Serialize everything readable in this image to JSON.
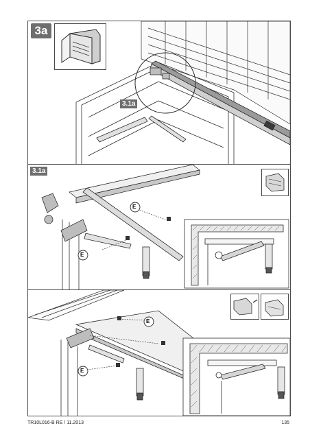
{
  "panels": {
    "top": {
      "step": "3a",
      "sub_step": "3.1a"
    },
    "middle": {
      "step": "3.1a"
    },
    "callouts": {
      "e": "E"
    }
  },
  "footer": {
    "doc_id": "TR10L016-B  RE / 11.2013",
    "page_number": "135"
  },
  "colors": {
    "line": "#2a2a2a",
    "hatch": "#555555",
    "tag_bg": "#6e6e6e",
    "rail_dark": "#3a3a3a"
  }
}
